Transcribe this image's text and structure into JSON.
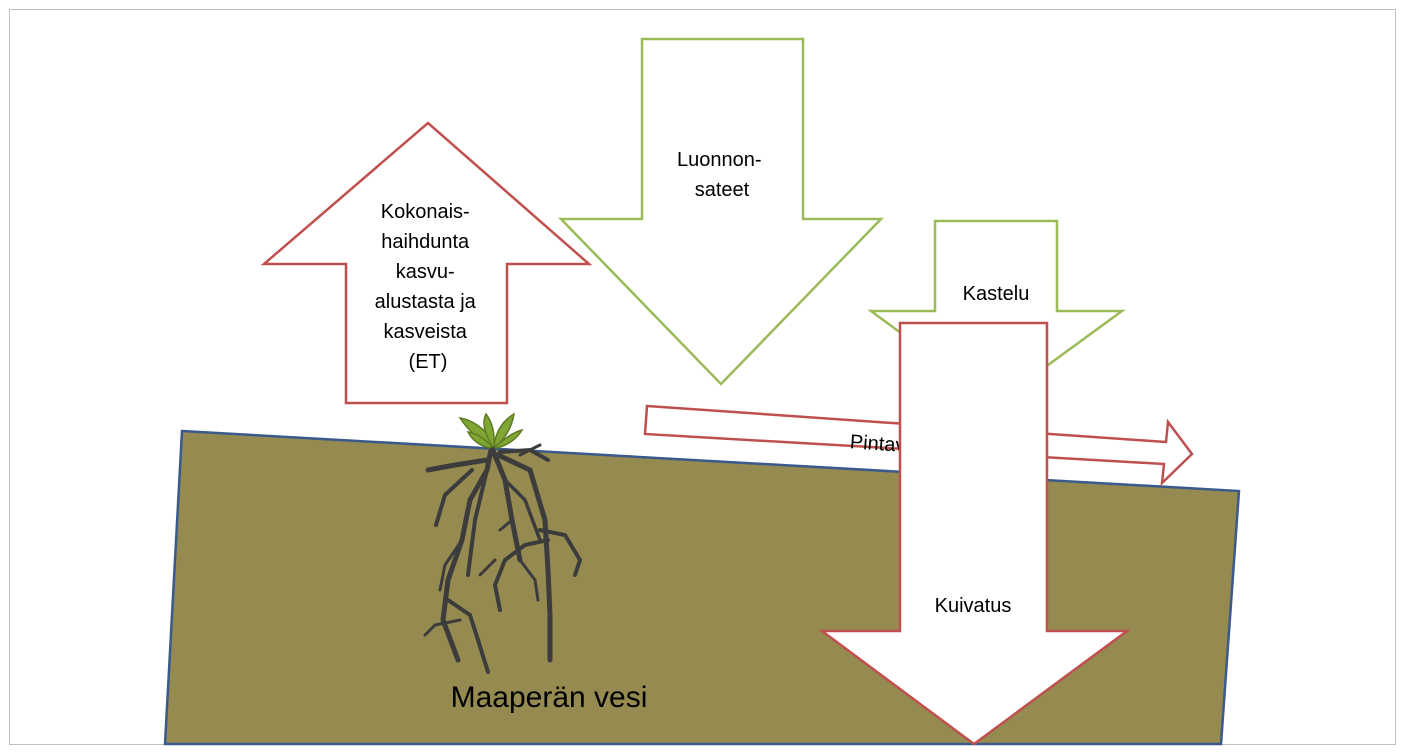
{
  "labels": {
    "evapotranspiration": [
      "Kokonais-",
      "haihdunta",
      "kasvu-",
      "alustasta ja",
      "kasveista",
      "(ET)"
    ],
    "precipitation": [
      "Luonnon-",
      "sateet"
    ],
    "irrigation": "Kastelu",
    "runoff": "Pintavaluma",
    "drainage": "Kuivatus",
    "soil_water": "Maaperän vesi"
  },
  "colors": {
    "soil_fill": "#958A50",
    "soil_border": "#3A5A8C",
    "outflow_arrow": "#C0504D",
    "inflow_arrow": "#9BBB59",
    "roots": "#3C3C3C",
    "plant_leaf": "#7FA534",
    "frame": "#BFBFBF"
  },
  "icons": {
    "plant": "plant-with-roots-icon"
  }
}
